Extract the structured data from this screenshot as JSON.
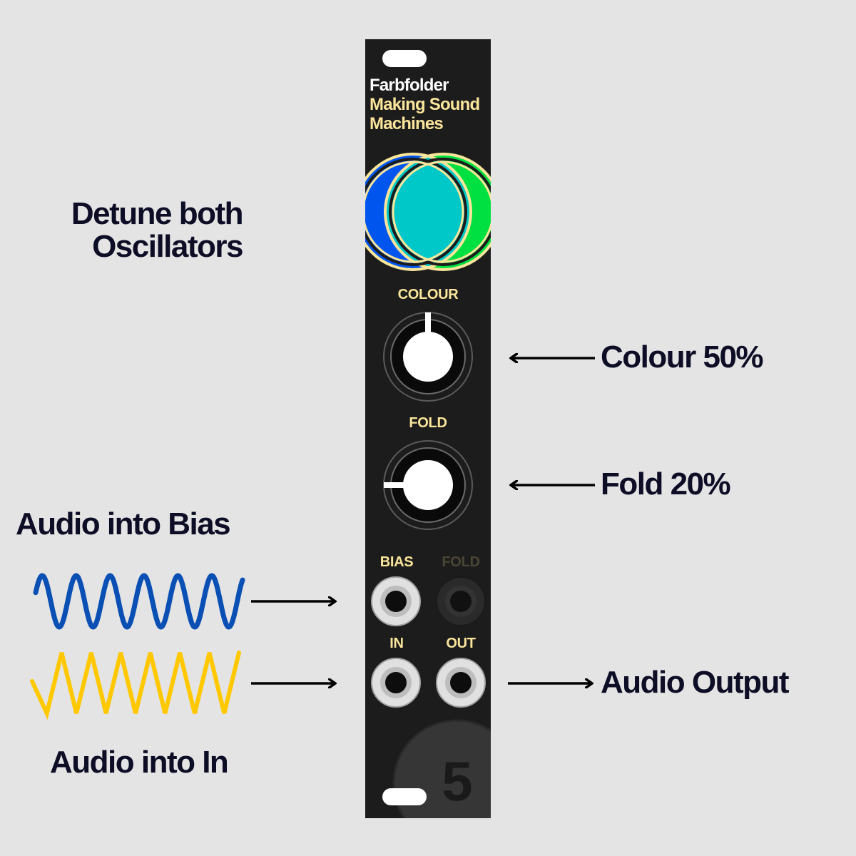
{
  "panel": {
    "name": "Farbfolder",
    "brand_line1": "Making Sound",
    "brand_line2": "Machines",
    "labels": {
      "colour": "COLOUR",
      "fold": "FOLD",
      "bias_jack": "BIAS",
      "fold_jack": "FOLD",
      "in_jack": "IN",
      "out_jack": "OUT"
    },
    "badge_number": "5"
  },
  "annotations": {
    "detune_line1": "Detune both",
    "detune_line2": "Oscillators",
    "colour_setting": "Colour 50%",
    "fold_setting": "Fold 20%",
    "audio_into_bias": "Audio into Bias",
    "audio_into_in": "Audio into In",
    "audio_output": "Audio Output"
  },
  "knobs": {
    "colour_percent": 50,
    "fold_percent": 20
  },
  "colors": {
    "background": "#e4e4e4",
    "panel": "#1c1c1c",
    "accent_yellow": "#fae59a",
    "circle_blue": "#0055ee",
    "circle_green": "#00e040",
    "circle_overlap": "#00c8c8",
    "sine_wave": "#0a4fb4",
    "triangle_wave": "#ffc800",
    "annotation_text": "#0d0d26"
  }
}
